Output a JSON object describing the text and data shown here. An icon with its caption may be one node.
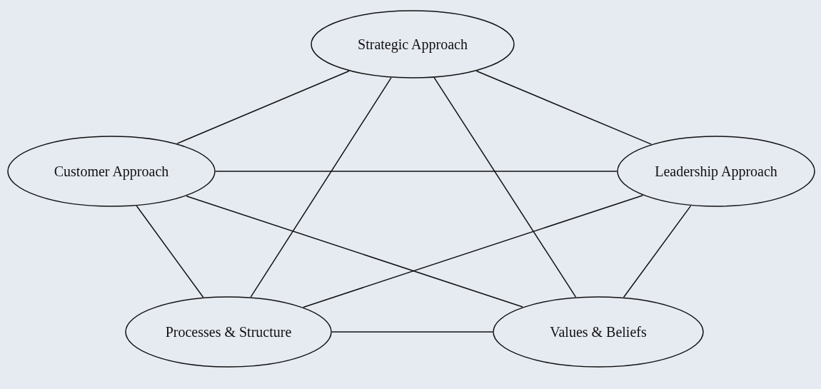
{
  "diagram": {
    "nodes": [
      {
        "text": [
          "Strategic Approach"
        ]
      },
      {
        "text": [
          "Customer Approach"
        ]
      },
      {
        "text": [
          "Leadership Approach"
        ]
      },
      {
        "text": [
          "Processes & Structure"
        ]
      },
      {
        "text": [
          "Values & Beliefs"
        ]
      }
    ],
    "edges": [
      {
        "from": 0,
        "to": 1,
        "arrow": "none"
      },
      {
        "from": 0,
        "to": 2,
        "arrow": "none"
      },
      {
        "from": 0,
        "to": 3,
        "arrow": "none"
      },
      {
        "from": 0,
        "to": 4,
        "arrow": "none"
      },
      {
        "from": 1,
        "to": 2,
        "arrow": "none"
      },
      {
        "from": 1,
        "to": 3,
        "arrow": "none"
      },
      {
        "from": 1,
        "to": 4,
        "arrow": "none"
      },
      {
        "from": 2,
        "to": 3,
        "arrow": "none"
      },
      {
        "from": 2,
        "to": 4,
        "arrow": "none"
      },
      {
        "from": 3,
        "to": 4,
        "arrow": "none"
      }
    ]
  }
}
